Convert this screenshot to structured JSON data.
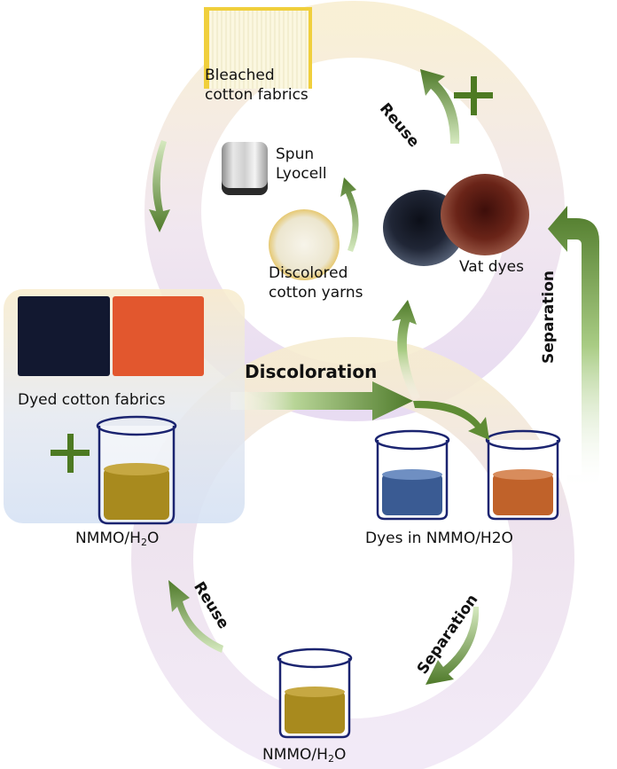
{
  "diagram": {
    "title": "Closed-loop recycling of vat-dyed cotton fabrics using NMMO/H2O",
    "colors": {
      "arrow_green_dark": "#4f7a2a",
      "arrow_green_light": "#b9d99a",
      "ring_cream": "#f6ecd2",
      "ring_lilac": "#eadff2",
      "beaker_outline": "#1b2470",
      "solvent_gold": "#a88a1e",
      "dye_blue": "#3a5b93",
      "dye_orange": "#c0622a",
      "fabric_navy": "#141a30",
      "fabric_orange": "#e2572e",
      "plus_green": "#4d7a22"
    },
    "nodes": {
      "bleached_fabric": {
        "line1": "Bleached",
        "line2": "cotton fabrics"
      },
      "spun_lyocell": {
        "line1": "Spun",
        "line2": "Lyocell"
      },
      "discolored_yarns": {
        "line1": "Discolored",
        "line2": "cotton yarns"
      },
      "vat_dyes": {
        "label": "Vat dyes"
      },
      "dyed_fabrics": {
        "label": "Dyed cotton fabrics"
      },
      "solvent_input": {
        "label_main": "NMMO/H",
        "label_sub": "2",
        "label_tail": "O"
      },
      "dyes_in_solvent": {
        "label": "Dyes in NMMO/H2O"
      },
      "recovered_solvent": {
        "label_main": "NMMO/H",
        "label_sub": "2",
        "label_tail": "O"
      }
    },
    "process_labels": {
      "discoloration": "Discoloration",
      "separation_right": "Separation",
      "separation_bottom": "Separation",
      "reuse_top": "Reuse",
      "reuse_bottom": "Reuse"
    },
    "symbols": {
      "plus_top": "+",
      "plus_left": "+"
    }
  }
}
